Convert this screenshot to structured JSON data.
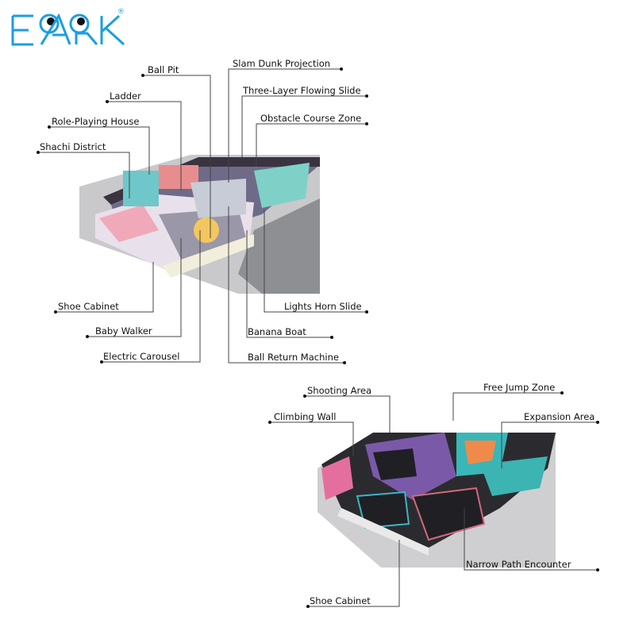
{
  "logo": {
    "text": "EPARK",
    "registered": "®",
    "color": "#1a9ee2"
  },
  "playground": {
    "labels": {
      "ball_pit": "Ball Pit",
      "slam_dunk": "Slam Dunk Projection",
      "ladder": "Ladder",
      "three_layer_slide": "Three-Layer Flowing Slide",
      "role_playing": "Role-Playing House",
      "obstacle": "Obstacle Course Zone",
      "shachi": "Shachi District",
      "shoe_cabinet": "Shoe Cabinet",
      "baby_walker": "Baby Walker",
      "carousel": "Electric Carousel",
      "lights_horn": "Lights Horn Slide",
      "banana_boat": "Banana Boat",
      "ball_return": "Ball Return Machine"
    }
  },
  "trampoline": {
    "labels": {
      "shooting": "Shooting Area",
      "free_jump": "Free Jump Zone",
      "climbing": "Climbing Wall",
      "expansion": "Expansion Area",
      "narrow_path": "Narrow Path Encounter",
      "shoe_cabinet": "Shoe Cabinet"
    }
  }
}
